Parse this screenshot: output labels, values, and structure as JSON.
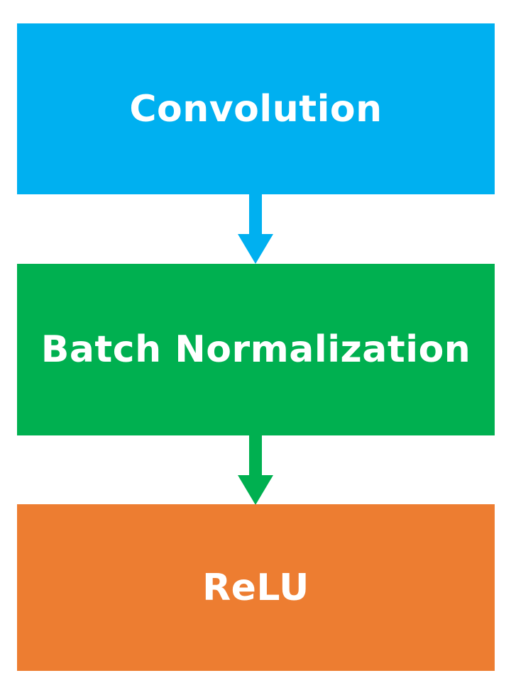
{
  "steps": [
    {
      "label": "Convolution",
      "color": "#00b0f0"
    },
    {
      "label": "Batch Normalization",
      "color": "#00b050"
    },
    {
      "label": "ReLU",
      "color": "#ed7d31"
    }
  ],
  "arrows": [
    {
      "from": "Convolution",
      "to": "Batch Normalization",
      "color": "#00b0f0"
    },
    {
      "from": "Batch Normalization",
      "to": "ReLU",
      "color": "#00b050"
    }
  ]
}
